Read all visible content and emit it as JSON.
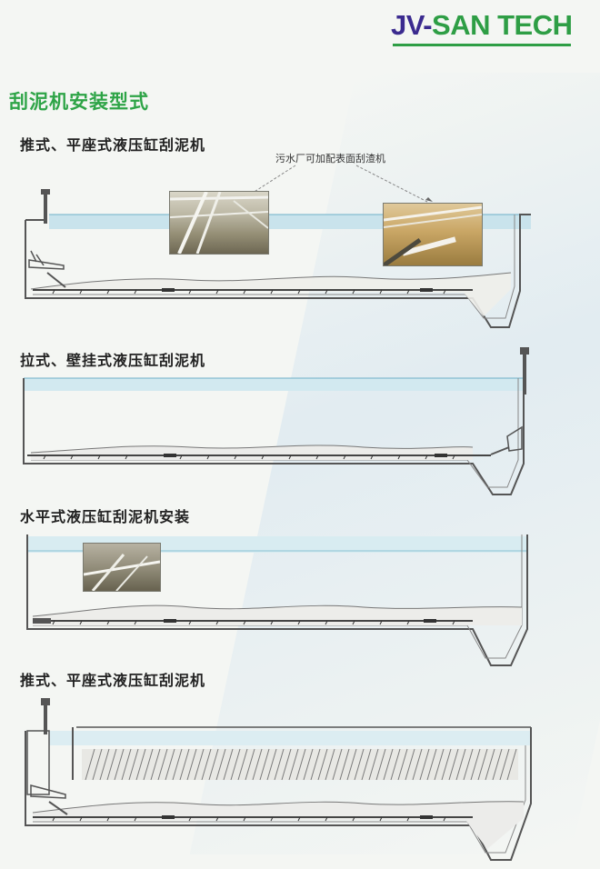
{
  "logo": {
    "part1": "JV-",
    "part2": "SAN TECH"
  },
  "page": {
    "title": "刮泥机安装型式"
  },
  "sections": [
    {
      "title": "推式、平座式液压缸刮泥机"
    },
    {
      "title": "拉式、壁挂式液压缸刮泥机"
    },
    {
      "title": "水平式液压缸刮泥机安装"
    },
    {
      "title": "推式、平座式液压缸刮泥机"
    }
  ],
  "annotation": {
    "note": "污水厂可加配表面刮渣机"
  },
  "colors": {
    "brand_purple": "#3b2b8f",
    "brand_green": "#2e9e45",
    "water": "#b9dbe8",
    "tank": "#555555"
  }
}
